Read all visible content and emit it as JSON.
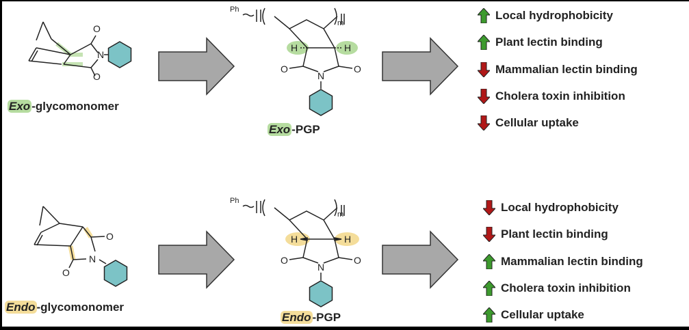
{
  "top": {
    "monomer_label_prefix": "Exo",
    "monomer_label_suffix": "-glycomonomer",
    "polymer_label_prefix": "Exo",
    "polymer_label_suffix": "-PGP",
    "highlight_color": "#b6dca0",
    "effects": [
      {
        "direction": "up",
        "text": "Local hydrophobicity"
      },
      {
        "direction": "up",
        "text": "Plant lectin binding"
      },
      {
        "direction": "down",
        "text": "Mammalian lectin binding"
      },
      {
        "direction": "down",
        "text": "Cholera toxin inhibition"
      },
      {
        "direction": "down",
        "text": "Cellular uptake"
      }
    ]
  },
  "bottom": {
    "monomer_label_prefix": "Endo",
    "monomer_label_suffix": "-glycomonomer",
    "polymer_label_prefix": "Endo",
    "polymer_label_suffix": "-PGP",
    "highlight_color": "#f4dd9a",
    "effects": [
      {
        "direction": "down",
        "text": "Local hydrophobicity"
      },
      {
        "direction": "down",
        "text": "Plant lectin binding"
      },
      {
        "direction": "up",
        "text": "Mammalian lectin binding"
      },
      {
        "direction": "up",
        "text": "Cholera toxin inhibition"
      },
      {
        "direction": "up",
        "text": "Cellular uptake"
      }
    ]
  },
  "atoms": {
    "O": "O",
    "N": "N",
    "H": "H",
    "Ph": "Ph",
    "m": "m"
  },
  "colors": {
    "up": "#3d9a2e",
    "down": "#b01818",
    "arrow_fill": "#a8a8a8",
    "sugar": "#7cc3c6"
  }
}
